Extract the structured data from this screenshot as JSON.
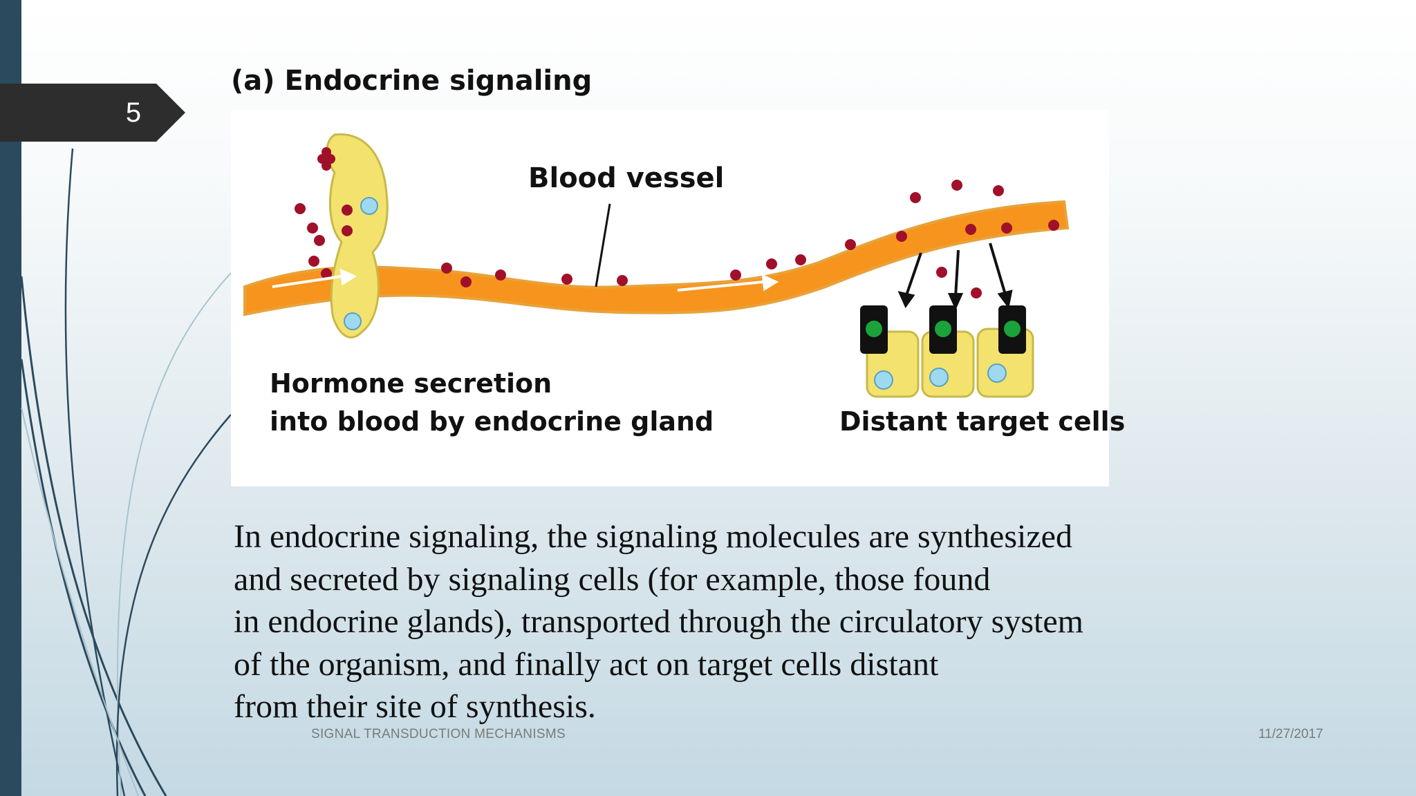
{
  "slide": {
    "number": "5",
    "footer_text": "SIGNAL TRANSDUCTION MECHANISMS",
    "date": "11/27/2017"
  },
  "figure": {
    "title": "(a)  Endocrine signaling",
    "label_blood_vessel": "Blood vessel",
    "label_hormone_line1": "Hormone secretion",
    "label_hormone_line2": "into blood by endocrine gland",
    "label_target_cells": "Distant target cells"
  },
  "body": {
    "lines": [
      "In endocrine signaling, the signaling molecules are synthesized",
      "and secreted by signaling cells (for example, those found",
      "in endocrine glands), transported through the circulatory system",
      "of the organism, and finally act on target cells distant",
      "from their site of synthesis."
    ]
  },
  "colors": {
    "accent_bar": "#2b4a5e",
    "tab": "#2d2d2d",
    "vessel": "#f7941d",
    "gland": "#f3e26e",
    "hormone": "#a0102a",
    "receptor": "#1aa33a"
  }
}
